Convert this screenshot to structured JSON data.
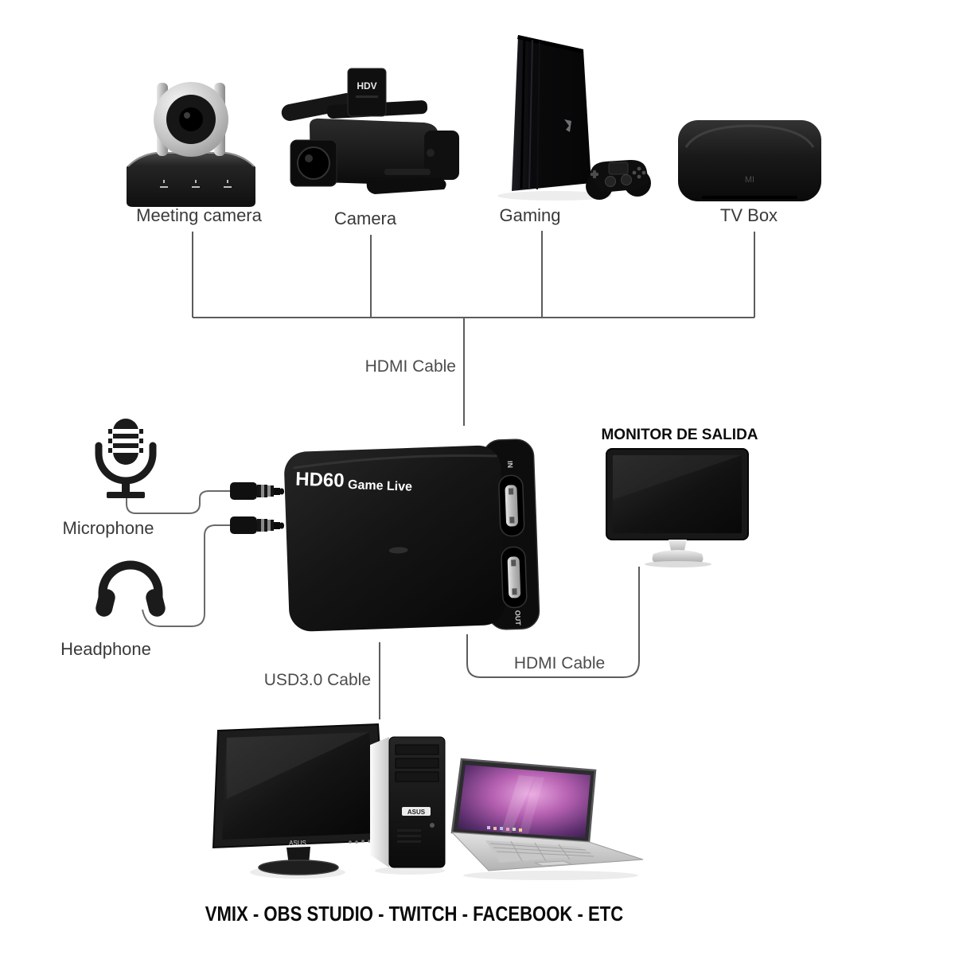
{
  "caption": "VMIX - OBS STUDIO - TWITCH - FACEBOOK - ETC",
  "sources": {
    "meeting_camera": {
      "label": "Meeting camera"
    },
    "camera": {
      "label": "Camera",
      "badge": "HDV"
    },
    "gaming": {
      "label": "Gaming"
    },
    "tv_box": {
      "label": "TV Box",
      "badge": "MI"
    }
  },
  "capture_card": {
    "brand": "HD60",
    "series": "Game Live",
    "port_in": "IN",
    "port_out": "OUT"
  },
  "audio": {
    "microphone_label": "Microphone",
    "headphone_label": "Headphone"
  },
  "output_monitor": {
    "label": "MONITOR DE SALIDA"
  },
  "computer": {
    "monitor_brand": "ASUS",
    "tower_brand": "ASUS"
  },
  "cables": {
    "hdmi_sources": "HDMI Cable",
    "hdmi_monitor": "HDMI Cable",
    "usb": "USD3.0 Cable"
  },
  "colors": {
    "background": "#ffffff",
    "connector_line": "#5c5c5c",
    "label_text": "#3a3a3a",
    "bold_text": "#0c0c0c",
    "device_black": "#131313",
    "silver": "#c9c9c9",
    "laptop_wallpaper": "#a85fae"
  }
}
